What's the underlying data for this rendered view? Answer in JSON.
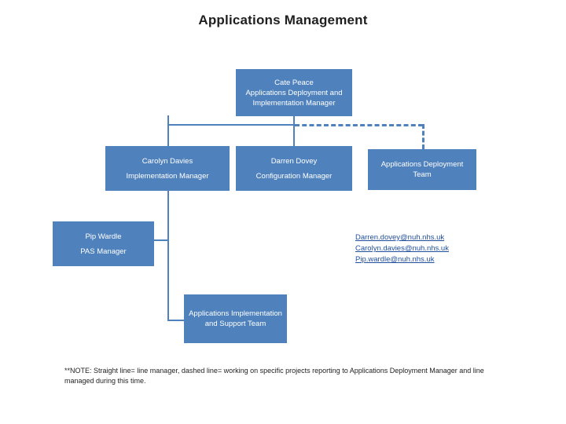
{
  "title": "Applications Management",
  "boxes": [
    {
      "id": "cate-peace",
      "lines": [
        "Cate Peace",
        "Applications Deployment and",
        "Implementation Manager"
      ]
    },
    {
      "id": "carolyn-davies",
      "lines": [
        "Carolyn Davies",
        "",
        "Implementation Manager"
      ]
    },
    {
      "id": "darren-dovey",
      "lines": [
        "Darren Dovey",
        "",
        "Configuration Manager"
      ]
    },
    {
      "id": "applications-deployment-team",
      "lines": [
        "Applications Deployment Team"
      ]
    },
    {
      "id": "pip-wardle",
      "lines": [
        "Pip Wardle",
        "",
        "PAS Manager"
      ]
    },
    {
      "id": "applications-implementation-support-team",
      "lines": [
        "Applications Implementation",
        "and Support Team"
      ]
    }
  ],
  "emails": [
    "Darren.dovey@nuh.nhs.uk",
    "Carolyn.davies@nuh.nhs.uk",
    "Pip.wardle@nuh.nhs.uk"
  ],
  "note": "**NOTE: Straight line= line manager, dashed line= working on specific projects reporting to Applications Deployment Manager and line managed during this time.",
  "colors": {
    "box_fill": "#4f81bd",
    "connector": "#4f81bd",
    "link": "#1f4e9c"
  }
}
